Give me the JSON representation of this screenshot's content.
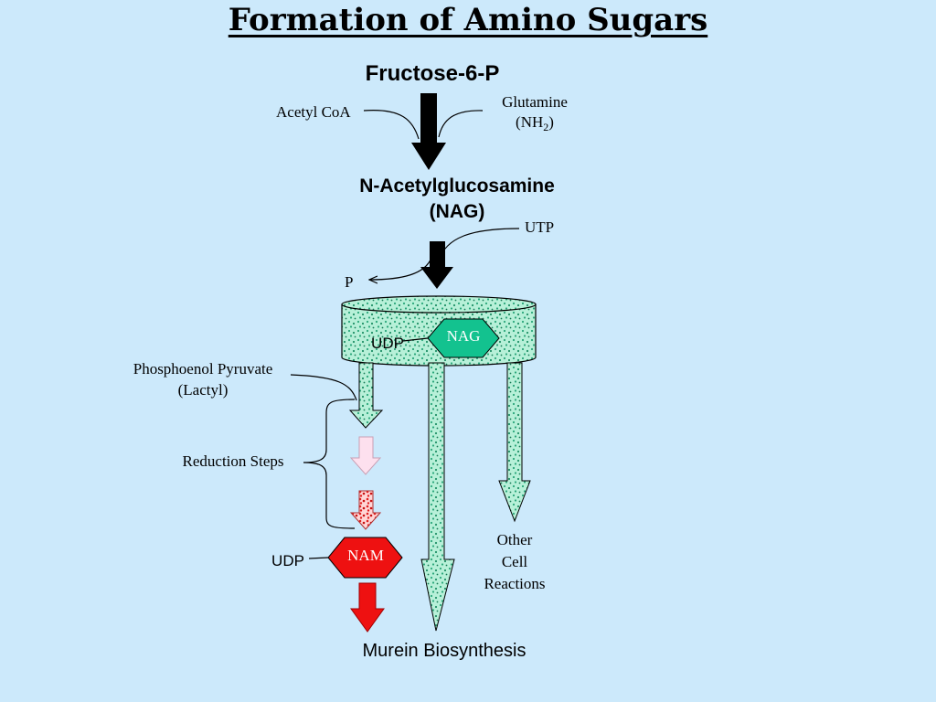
{
  "title": "Formation of Amino Sugars",
  "nodes": {
    "fructose": "Fructose-6-P",
    "nag_line1": "N-Acetylglucosamine",
    "nag_line2": "(NAG)",
    "nag_hex": "NAG",
    "nam_hex": "NAM",
    "udp_top": "UDP",
    "udp_bottom": "UDP",
    "murein": "Murein Biosynthesis"
  },
  "labels": {
    "acetyl_coa": "Acetyl CoA",
    "glutamine": "Glutamine",
    "nh2_prefix": "(NH",
    "nh2_sub": "2",
    "nh2_suffix": ")",
    "utp": "UTP",
    "p": "P",
    "pep_line1": "Phosphoenol Pyruvate",
    "pep_line2": "(Lactyl)",
    "reduction": "Reduction Steps",
    "other_line1": "Other",
    "other_line2": "Cell",
    "other_line3": "Reactions"
  },
  "colors": {
    "background": "#cce9fb",
    "pool_fill": "#b7f0d8",
    "pool_dots": "#2aa67a",
    "nag_hex": "#13c28f",
    "nam_hex": "#ee1111",
    "pink_arrow": "#fde0ee",
    "red_arrow": "#ee1111"
  }
}
